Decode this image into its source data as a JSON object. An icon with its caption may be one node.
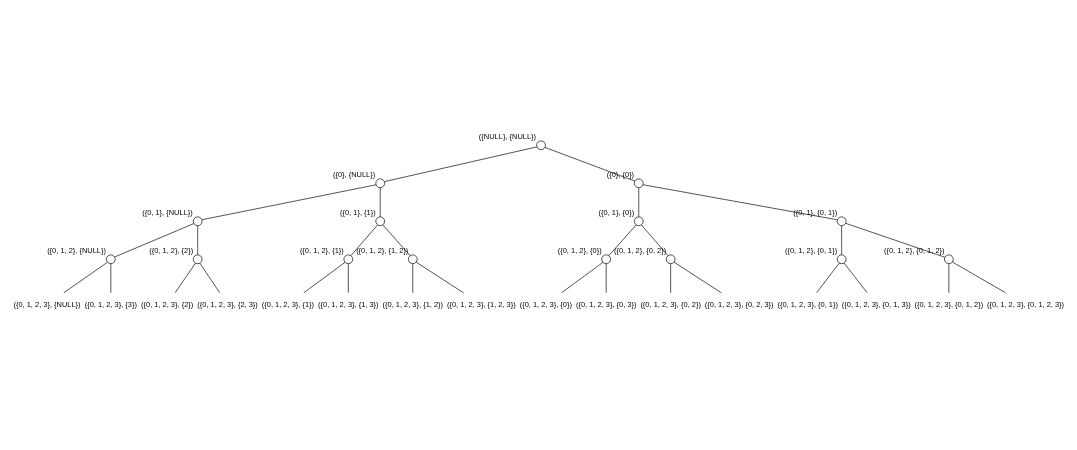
{
  "diagram": {
    "nodes": [
      {
        "text": [],
        "shape": "circle",
        "beside": [
          "({NULL}, {NULL})"
        ]
      },
      {
        "text": [],
        "shape": "circle",
        "beside": [
          "({0}, {NULL})"
        ]
      },
      {
        "text": [],
        "shape": "circle",
        "beside": [
          "({0}, {0})"
        ]
      },
      {
        "text": [],
        "shape": "circle",
        "beside": [
          "({0, 1}, {NULL})"
        ]
      },
      {
        "text": [],
        "shape": "circle",
        "beside": [
          "({0, 1}, {1})"
        ]
      },
      {
        "text": [],
        "shape": "circle",
        "beside": [
          "({0, 1}, {0})"
        ]
      },
      {
        "text": [],
        "shape": "circle",
        "beside": [
          "({0, 1}, {0, 1})"
        ]
      },
      {
        "text": [],
        "shape": "circle",
        "beside": [
          "({0, 1, 2}, {NULL})"
        ]
      },
      {
        "text": [],
        "shape": "circle",
        "beside": [
          "({0, 1, 2}, {2})"
        ]
      },
      {
        "text": [],
        "shape": "circle",
        "beside": [
          "({0, 1, 2}, {1})"
        ]
      },
      {
        "text": [],
        "shape": "circle",
        "beside": [
          "({0, 1, 2}, {1, 2})"
        ]
      },
      {
        "text": [],
        "shape": "circle",
        "beside": [
          "({0, 1, 2}, {0})"
        ]
      },
      {
        "text": [],
        "shape": "circle",
        "beside": [
          "({0, 1, 2}, {0, 2})"
        ]
      },
      {
        "text": [],
        "shape": "circle",
        "beside": [
          "({0, 1, 2}, {0, 1})"
        ]
      },
      {
        "text": [],
        "shape": "circle",
        "beside": [
          "({0, 1, 2}, {0, 1, 2})"
        ]
      },
      {
        "text": [
          "({0, 1, 2, 3}, {NULL})"
        ]
      },
      {
        "text": [
          "({0, 1, 2, 3}, {3})"
        ]
      },
      {
        "text": [
          "({0, 1, 2, 3}, {2})"
        ]
      },
      {
        "text": [
          "({0, 1, 2, 3}, {2, 3})"
        ]
      },
      {
        "text": [
          "({0, 1, 2, 3}, {1})"
        ]
      },
      {
        "text": [
          "({0, 1, 2, 3}, {1, 3})"
        ]
      },
      {
        "text": [
          "({0, 1, 2, 3}, {1, 2})"
        ]
      },
      {
        "text": [
          "({0, 1, 2, 3}, {1, 2, 3})"
        ]
      },
      {
        "text": [
          "({0, 1, 2, 3}, {0})"
        ]
      },
      {
        "text": [
          "({0, 1, 2, 3}, {0, 3})"
        ]
      },
      {
        "text": [
          "({0, 1, 2, 3}, {0, 2})"
        ]
      },
      {
        "text": [
          "({0, 1, 2, 3}, {0, 2, 3})"
        ]
      },
      {
        "text": [
          "({0, 1, 2, 3}, {0, 1})"
        ]
      },
      {
        "text": [
          "({0, 1, 2, 3}, {0, 1, 3})"
        ]
      },
      {
        "text": [
          "({0, 1, 2, 3}, {0, 1, 2})"
        ]
      },
      {
        "text": [
          "({0, 1, 2, 3}, {0, 1, 2, 3})"
        ]
      }
    ],
    "edges": [
      {
        "from": 0,
        "to": 1,
        "arrow": "none"
      },
      {
        "from": 0,
        "to": 2,
        "arrow": "none"
      },
      {
        "from": 1,
        "to": 3,
        "arrow": "none"
      },
      {
        "from": 1,
        "to": 4,
        "arrow": "none"
      },
      {
        "from": 2,
        "to": 5,
        "arrow": "none"
      },
      {
        "from": 2,
        "to": 6,
        "arrow": "none"
      },
      {
        "from": 3,
        "to": 7,
        "arrow": "none"
      },
      {
        "from": 3,
        "to": 8,
        "arrow": "none"
      },
      {
        "from": 4,
        "to": 9,
        "arrow": "none"
      },
      {
        "from": 4,
        "to": 10,
        "arrow": "none"
      },
      {
        "from": 5,
        "to": 11,
        "arrow": "none"
      },
      {
        "from": 5,
        "to": 12,
        "arrow": "none"
      },
      {
        "from": 6,
        "to": 13,
        "arrow": "none"
      },
      {
        "from": 6,
        "to": 14,
        "arrow": "none"
      },
      {
        "from": 7,
        "to": 15,
        "arrow": "none"
      },
      {
        "from": 7,
        "to": 16,
        "arrow": "none"
      },
      {
        "from": 8,
        "to": 17,
        "arrow": "none"
      },
      {
        "from": 8,
        "to": 18,
        "arrow": "none"
      },
      {
        "from": 9,
        "to": 19,
        "arrow": "none"
      },
      {
        "from": 9,
        "to": 20,
        "arrow": "none"
      },
      {
        "from": 10,
        "to": 21,
        "arrow": "none"
      },
      {
        "from": 10,
        "to": 22,
        "arrow": "none"
      },
      {
        "from": 11,
        "to": 23,
        "arrow": "none"
      },
      {
        "from": 11,
        "to": 24,
        "arrow": "none"
      },
      {
        "from": 12,
        "to": 25,
        "arrow": "none"
      },
      {
        "from": 12,
        "to": 26,
        "arrow": "none"
      },
      {
        "from": 13,
        "to": 27,
        "arrow": "none"
      },
      {
        "from": 13,
        "to": 28,
        "arrow": "none"
      },
      {
        "from": 14,
        "to": 29,
        "arrow": "none"
      },
      {
        "from": 14,
        "to": 30,
        "arrow": "none"
      }
    ]
  }
}
